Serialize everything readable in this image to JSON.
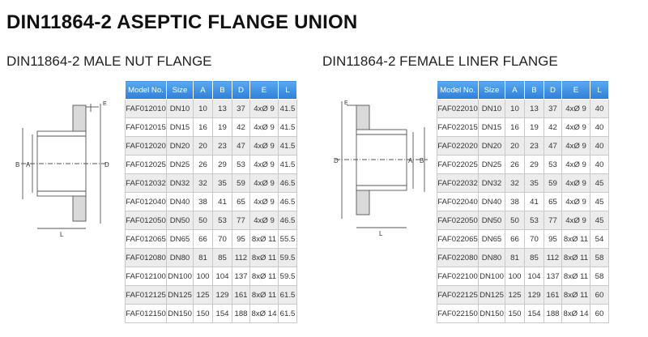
{
  "title": "DIN11864-2 ASEPTIC FLANGE UNION",
  "sections": [
    {
      "subtitle": "DIN11864-2 MALE NUT FLANGE",
      "diagram_labels": {
        "b": "B",
        "a": "A",
        "d": "D",
        "e": "E",
        "l": "L"
      },
      "headers": [
        "Model No.",
        "Size",
        "A",
        "B",
        "D",
        "E",
        "L"
      ],
      "rows": [
        [
          "FAF012010",
          "DN10",
          "10",
          "13",
          "37",
          "4xØ 9",
          "41.5"
        ],
        [
          "FAF012015",
          "DN15",
          "16",
          "19",
          "42",
          "4xØ 9",
          "41.5"
        ],
        [
          "FAF012020",
          "DN20",
          "20",
          "23",
          "47",
          "4xØ 9",
          "41.5"
        ],
        [
          "FAF012025",
          "DN25",
          "26",
          "29",
          "53",
          "4xØ 9",
          "41.5"
        ],
        [
          "FAF012032",
          "DN32",
          "32",
          "35",
          "59",
          "4xØ 9",
          "46.5"
        ],
        [
          "FAF012040",
          "DN40",
          "38",
          "41",
          "65",
          "4xØ 9",
          "46.5"
        ],
        [
          "FAF012050",
          "DN50",
          "50",
          "53",
          "77",
          "4xØ 9",
          "46.5"
        ],
        [
          "FAF012065",
          "DN65",
          "66",
          "70",
          "95",
          "8xØ 11",
          "55.5"
        ],
        [
          "FAF012080",
          "DN80",
          "81",
          "85",
          "112",
          "8xØ 11",
          "59.5"
        ],
        [
          "FAF012100",
          "DN100",
          "100",
          "104",
          "137",
          "8xØ 11",
          "59.5"
        ],
        [
          "FAF012125",
          "DN125",
          "125",
          "129",
          "161",
          "8xØ 11",
          "61.5"
        ],
        [
          "FAF012150",
          "DN150",
          "150",
          "154",
          "188",
          "8xØ 14",
          "61.5"
        ]
      ]
    },
    {
      "subtitle": "DIN11864-2 FEMALE LINER FLANGE",
      "diagram_labels": {
        "b": "B",
        "a": "A",
        "d": "D",
        "e": "E",
        "l": "L"
      },
      "headers": [
        "Model No.",
        "Size",
        "A",
        "B",
        "D",
        "E",
        "L"
      ],
      "rows": [
        [
          "FAF022010",
          "DN10",
          "10",
          "13",
          "37",
          "4xØ 9",
          "40"
        ],
        [
          "FAF022015",
          "DN15",
          "16",
          "19",
          "42",
          "4xØ 9",
          "40"
        ],
        [
          "FAF022020",
          "DN20",
          "20",
          "23",
          "47",
          "4xØ 9",
          "40"
        ],
        [
          "FAF022025",
          "DN25",
          "26",
          "29",
          "53",
          "4xØ 9",
          "40"
        ],
        [
          "FAF022032",
          "DN32",
          "32",
          "35",
          "59",
          "4xØ 9",
          "45"
        ],
        [
          "FAF022040",
          "DN40",
          "38",
          "41",
          "65",
          "4xØ 9",
          "45"
        ],
        [
          "FAF022050",
          "DN50",
          "50",
          "53",
          "77",
          "4xØ 9",
          "45"
        ],
        [
          "FAF022065",
          "DN65",
          "66",
          "70",
          "95",
          "8xØ 11",
          "54"
        ],
        [
          "FAF022080",
          "DN80",
          "81",
          "85",
          "112",
          "8xØ 11",
          "58"
        ],
        [
          "FAF022100",
          "DN100",
          "100",
          "104",
          "137",
          "8xØ 11",
          "58"
        ],
        [
          "FAF022125",
          "DN125",
          "125",
          "129",
          "161",
          "8xØ 11",
          "60"
        ],
        [
          "FAF022150",
          "DN150",
          "150",
          "154",
          "188",
          "8xØ 14",
          "60"
        ]
      ]
    }
  ]
}
